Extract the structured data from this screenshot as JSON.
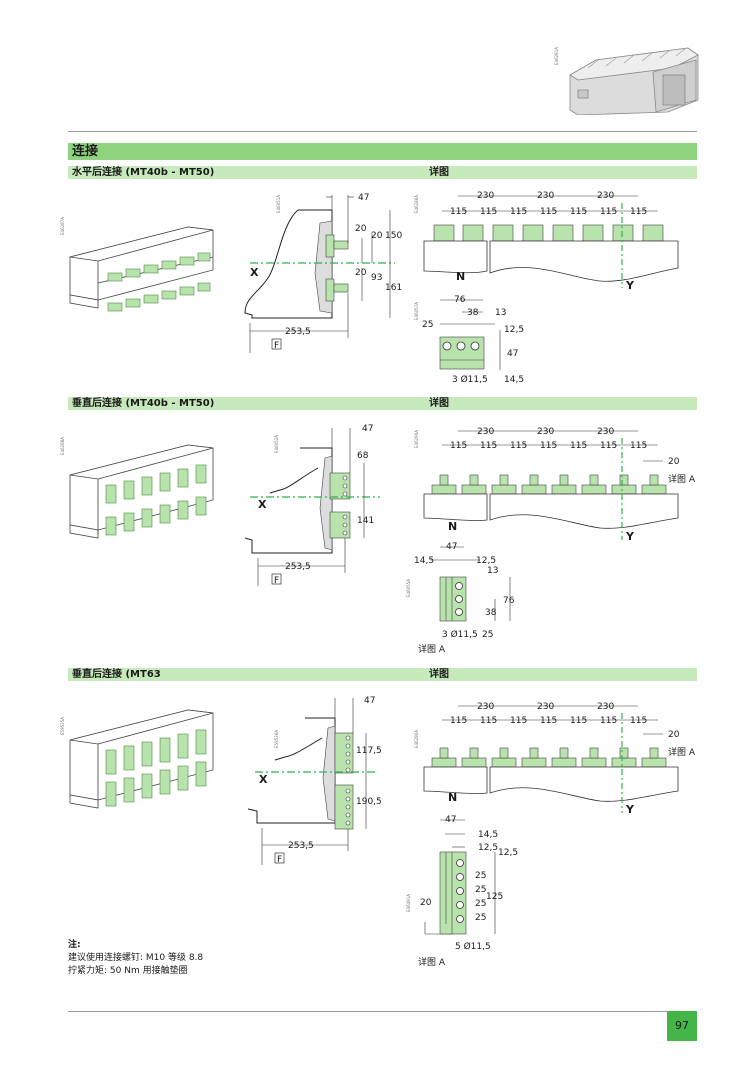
{
  "header": {
    "product_image": "circuit-breaker-3d",
    "product_ref": "E46281A"
  },
  "colors": {
    "section_main": "#8fd37f",
    "section_sub": "#c7eabd",
    "busbar_green": "#b9e3ad",
    "axis_green": "#2fb34a",
    "page_badge": "#43b549"
  },
  "main_section": {
    "title": "连接"
  },
  "sections": [
    {
      "title": "水平后连接 (MT40b - MT50)",
      "detail_label": "详图",
      "iso_ref": "E46287A",
      "side_view": {
        "ref": "E46051A",
        "dims": {
          "top_offset": "47",
          "d20a": "20",
          "d20b": "20",
          "d150": "150",
          "d20c": "20",
          "d93": "93",
          "d161": "161",
          "depth": "253,5"
        },
        "axis": "X",
        "datum": "F"
      },
      "top_view": {
        "ref": "E46286A",
        "pitch_large": [
          "230",
          "230",
          "230"
        ],
        "pitch_small": [
          "115",
          "115",
          "115",
          "115",
          "115",
          "115",
          "115"
        ],
        "neutral": "N",
        "axis": "Y"
      },
      "detail": {
        "ref": "E46057A",
        "dims": {
          "w76": "76",
          "w38": "38",
          "w13": "13",
          "w25": "25",
          "h12": "12,5",
          "h47": "47",
          "h14": "14,5"
        },
        "holes": "3 Ø11,5"
      }
    },
    {
      "title": "垂直后连接 (MT40b - MT50)",
      "detail_label": "详图",
      "iso_ref": "E46288A",
      "side_view": {
        "ref": "E46052A",
        "dims": {
          "top_offset": "47",
          "d68": "68",
          "d141": "141",
          "depth": "253,5"
        },
        "axis": "X",
        "datum": "F"
      },
      "top_view": {
        "ref": "E46290A",
        "pitch_large": [
          "230",
          "230",
          "230"
        ],
        "pitch_small": [
          "115",
          "115",
          "115",
          "115",
          "115",
          "115",
          "115"
        ],
        "tab_width": "20",
        "detail_ref_label": "详图 A",
        "neutral": "N",
        "axis": "Y"
      },
      "detail": {
        "ref": "E46055A",
        "dims": {
          "w47": "47",
          "w14": "14,5",
          "w12": "12,5",
          "h13": "13",
          "h76": "76",
          "h38": "38",
          "h25": "25"
        },
        "holes": "3 Ø11,5",
        "caption": "详图 A"
      }
    },
    {
      "title": "垂直后连接 (MT63",
      "detail_label": "详图",
      "iso_ref": "E59535A",
      "side_view": {
        "ref": "E59536A",
        "dims": {
          "top_offset": "47",
          "d117": "117,5",
          "d190": "190,5",
          "depth": "253,5"
        },
        "axis": "X",
        "datum": "F"
      },
      "top_view": {
        "ref": "E46290A",
        "pitch_large": [
          "230",
          "230",
          "230"
        ],
        "pitch_small": [
          "115",
          "115",
          "115",
          "115",
          "115",
          "115",
          "115"
        ],
        "tab_width": "20",
        "detail_ref_label": "详图 A",
        "neutral": "N",
        "axis": "Y"
      },
      "detail": {
        "ref": "E46491A",
        "dims": {
          "w47": "47",
          "w14": "14,5",
          "w12": "12,5",
          "h12": "12,5",
          "p1": "25",
          "p2": "25",
          "p3": "25",
          "p4": "25",
          "h125": "125",
          "h20": "20"
        },
        "holes": "5 Ø11,5",
        "caption": "详图 A"
      }
    }
  ],
  "notes": {
    "heading": "注:",
    "line1": "建议使用连接螺钉: M10 等级 8.8",
    "line2": "拧紧力矩: 50 Nm 用接触垫圈"
  },
  "footer": {
    "page_number": "97"
  }
}
